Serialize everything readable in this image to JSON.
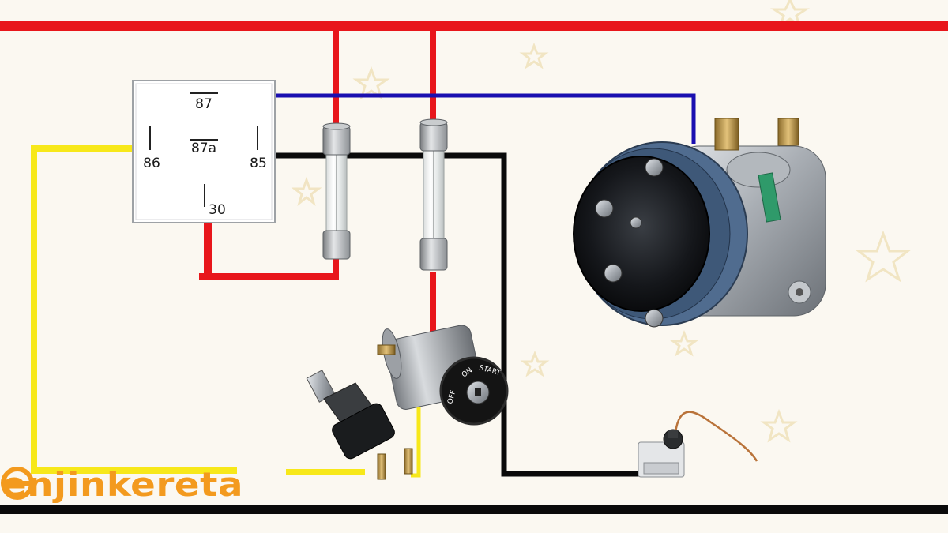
{
  "relay": {
    "pin_87": "87",
    "pin_87a": "87a",
    "pin_86": "86",
    "pin_85": "85",
    "pin_30": "30"
  },
  "ignition_switch": {
    "off": "OFF",
    "on": "ON",
    "start": "START"
  },
  "logo": {
    "text": "enjinkereta"
  },
  "colors": {
    "battery_positive": "#e8161b",
    "ground": "#0a0a0a",
    "relay_output": "#1a0fb0",
    "trigger": "#f7e81a",
    "logo": "#f39a1e",
    "background": "#fbf8f1"
  },
  "icons": [
    "relay-box",
    "glass-fuse",
    "ignition-switch",
    "pressure-switch",
    "ac-compressor",
    "thermostat-switch"
  ]
}
